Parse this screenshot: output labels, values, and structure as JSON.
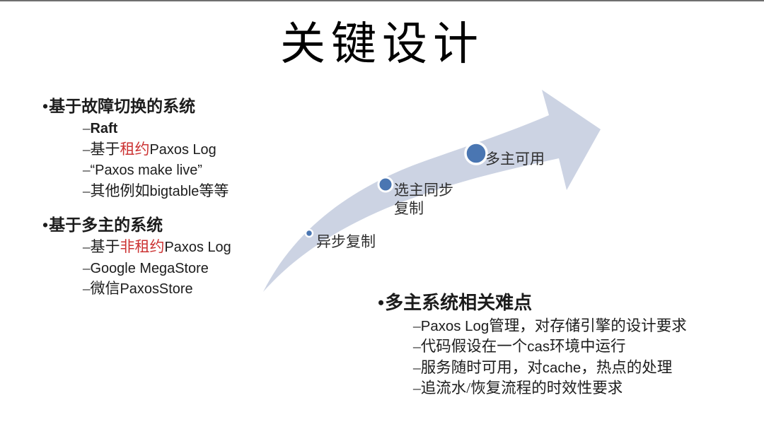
{
  "title": "关键设计",
  "marks": {
    "bullet": "•",
    "dash": "–"
  },
  "colors": {
    "background": "#ffffff",
    "text": "#1c1c1c",
    "accent_red": "#cc3333",
    "arrow_fill": "#ccd3e3",
    "node_blue": "#4a76b2",
    "node_ring": "#ffffff",
    "top_line": "#6f6f6f"
  },
  "groups": [
    {
      "heading": "基于故障切换的系统",
      "items": [
        [
          {
            "t": "Raft"
          }
        ],
        [
          {
            "t": "基于"
          },
          {
            "t": "租约"
          },
          {
            "t": "Paxos Log"
          }
        ],
        [
          {
            "t": "“Paxos make live”"
          }
        ],
        [
          {
            "t": "其他例如"
          },
          {
            "t": "bigtable"
          },
          {
            "t": "等等"
          }
        ]
      ]
    },
    {
      "heading": "基于多主的系统",
      "items": [
        [
          {
            "t": "基于"
          },
          {
            "t": "非租约"
          },
          {
            "t": "Paxos Log"
          }
        ],
        [
          {
            "t": "Google MegaStore"
          }
        ],
        [
          {
            "t": "微信"
          },
          {
            "t": "PaxosStore"
          }
        ]
      ]
    }
  ],
  "challenges": {
    "heading": "多主系统相关难点",
    "items": [
      [
        {
          "t": "Paxos Log"
        },
        {
          "t": "管理，对存储引擎的设计要求"
        }
      ],
      [
        {
          "t": "代码假设在一个"
        },
        {
          "t": "cas"
        },
        {
          "t": "环境中运行"
        }
      ],
      [
        {
          "t": "服务随时可用，对"
        },
        {
          "t": "cache"
        },
        {
          "t": "，热点的处理"
        }
      ],
      [
        {
          "t": "追流水/恢复流程的时效性要求"
        }
      ]
    ]
  },
  "diagram": {
    "stages": [
      {
        "label": "异步复制"
      },
      {
        "label": "选主同步\n复制"
      },
      {
        "label": "多主可用"
      }
    ]
  }
}
